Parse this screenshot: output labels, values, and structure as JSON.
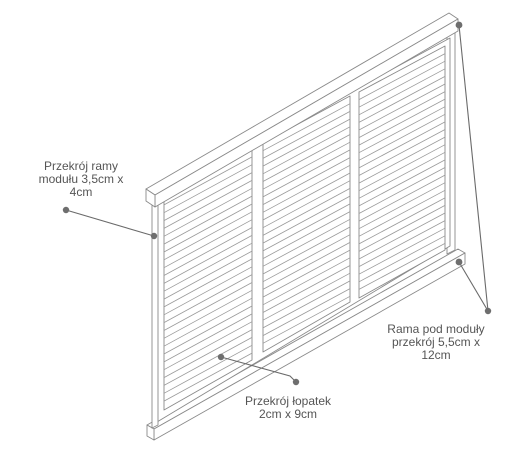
{
  "labels": {
    "frame_section": [
      "Przekrój ramy",
      "modułu 3,5cm x",
      "4cm"
    ],
    "base_frame": [
      "Rama pod moduły",
      "przekrój 5,5cm x",
      "12cm"
    ],
    "slat_section": [
      "Przekrój łopatek",
      "2cm x 9cm"
    ]
  },
  "colors": {
    "line": "#888888",
    "callout": "#666666",
    "dot": "#6e6e6e",
    "text": "#555555",
    "fill": "#ffffff"
  }
}
